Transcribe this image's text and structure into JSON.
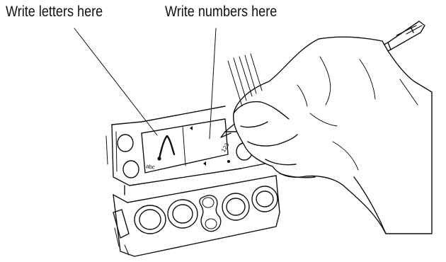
{
  "callouts": {
    "letters": "Write letters here",
    "numbers": "Write numbers here"
  },
  "writing_area": {
    "letters_label": "abc",
    "numbers_label": "123"
  }
}
